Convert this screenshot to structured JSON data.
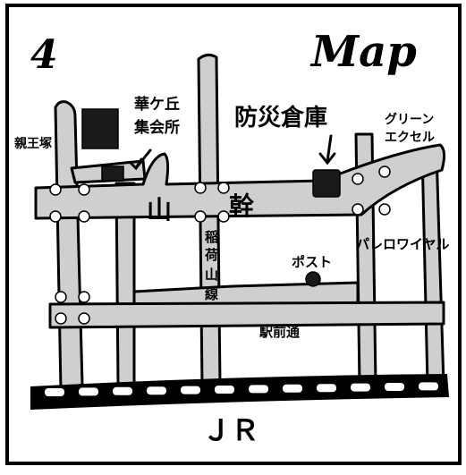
{
  "page_number": "4",
  "title": "Map",
  "colors": {
    "road_fill": "#cfcfcf",
    "outline": "#000000",
    "background": "#ffffff",
    "building": "#1a1a1a"
  },
  "labels": {
    "shinnozuka": "親王塚",
    "hanagaoka_kaikan": [
      "華ケ丘",
      "集会所"
    ],
    "bosai_souko": "防災倉庫",
    "green_excel": [
      "グリーン",
      "エクセル"
    ],
    "yamakan": [
      "山",
      "幹"
    ],
    "inari_sen": [
      "稲",
      "荷",
      "山",
      "線"
    ],
    "post": "ポスト",
    "palace_royal": "パレロワイヤル",
    "ekimae_dori": "駅前通",
    "jr": "ＪＲ"
  },
  "icons": {
    "post_marker": "filled-circle",
    "building_marker": "filled-square",
    "pointer": "down-arrow"
  }
}
